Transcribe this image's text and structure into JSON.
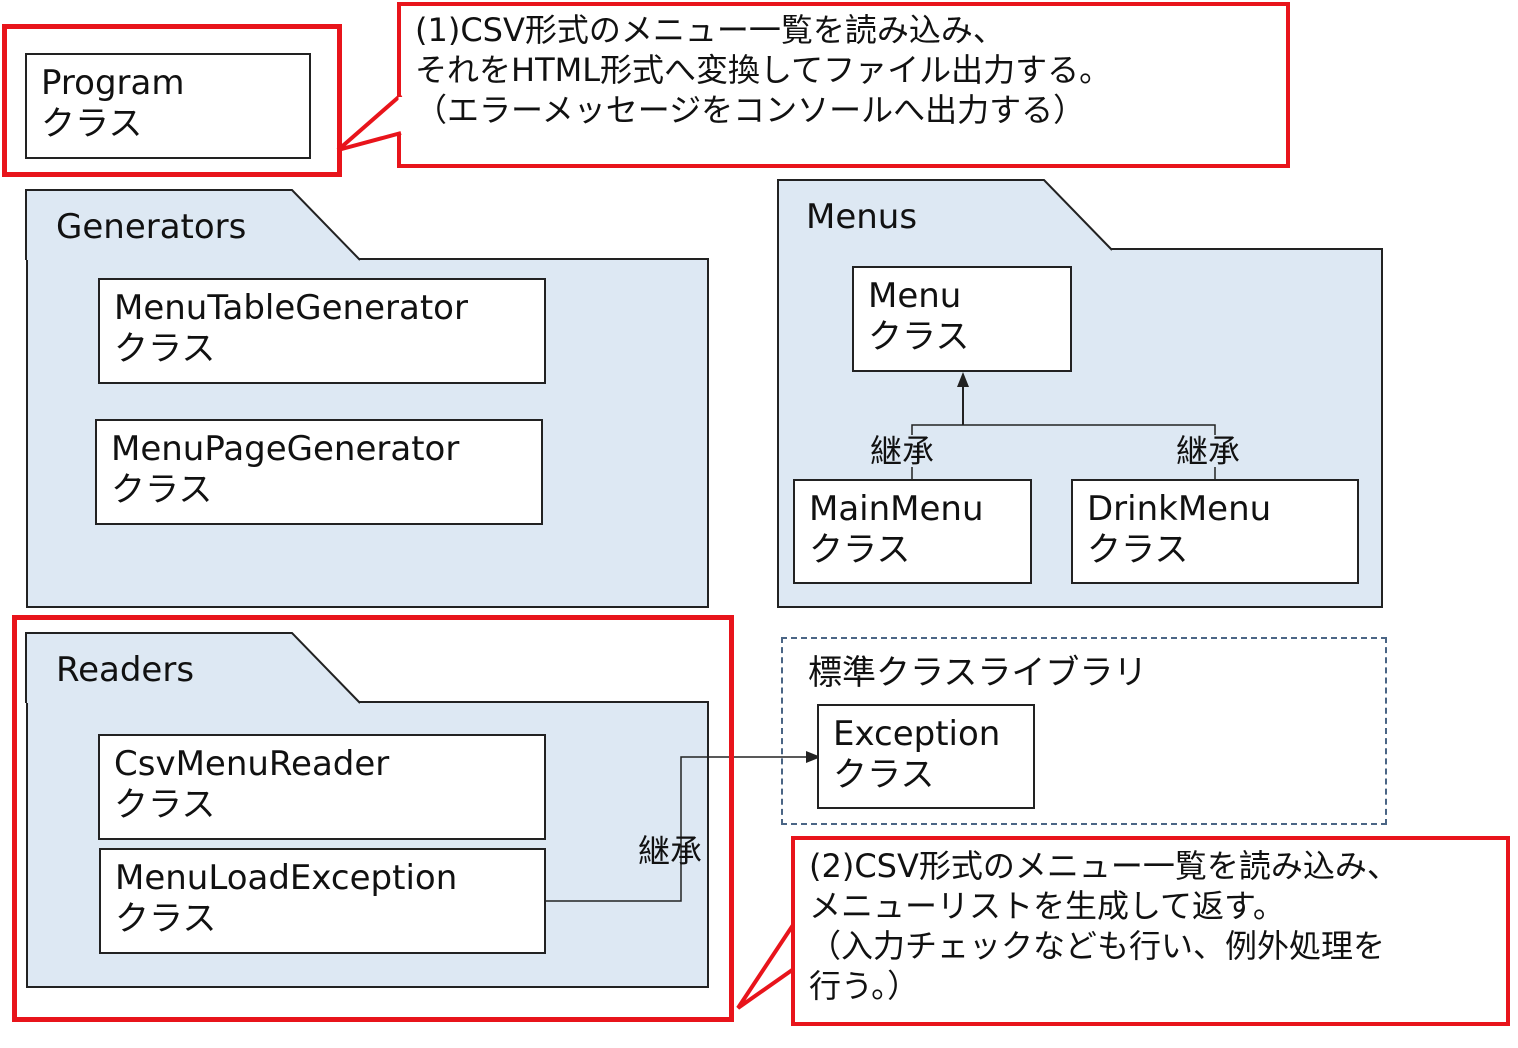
{
  "program": {
    "name": "Program",
    "kind": "クラス"
  },
  "callouts": {
    "program": [
      "(1)CSV形式のメニュー一覧を読み込み、",
      "それをHTML形式へ変換してファイル出力する。",
      "（エラーメッセージをコンソールへ出力する）"
    ],
    "readers": [
      "(2)CSV形式のメニュー一覧を読み込み、",
      "メニューリストを生成して返す。",
      "（入力チェックなども行い、例外処理を",
      "行う。）"
    ]
  },
  "packages": {
    "generators": {
      "name": "Generators",
      "classes": [
        {
          "name": "MenuTableGenerator",
          "kind": "クラス"
        },
        {
          "name": "MenuPageGenerator",
          "kind": "クラス"
        }
      ]
    },
    "menus": {
      "name": "Menus",
      "classes": [
        {
          "name": "Menu",
          "kind": "クラス"
        },
        {
          "name": "MainMenu",
          "kind": "クラス"
        },
        {
          "name": "DrinkMenu",
          "kind": "クラス"
        }
      ]
    },
    "readers": {
      "name": "Readers",
      "classes": [
        {
          "name": "CsvMenuReader",
          "kind": "クラス"
        },
        {
          "name": "MenuLoadException",
          "kind": "クラス"
        }
      ]
    }
  },
  "library": {
    "name": "標準クラスライブラリ",
    "classes": [
      {
        "name": "Exception",
        "kind": "クラス"
      }
    ]
  },
  "relations": {
    "inherit_label": "継承"
  },
  "colors": {
    "package_fill": "#dde8f3",
    "highlight": "#e8141b",
    "library_border": "#4a6585"
  }
}
